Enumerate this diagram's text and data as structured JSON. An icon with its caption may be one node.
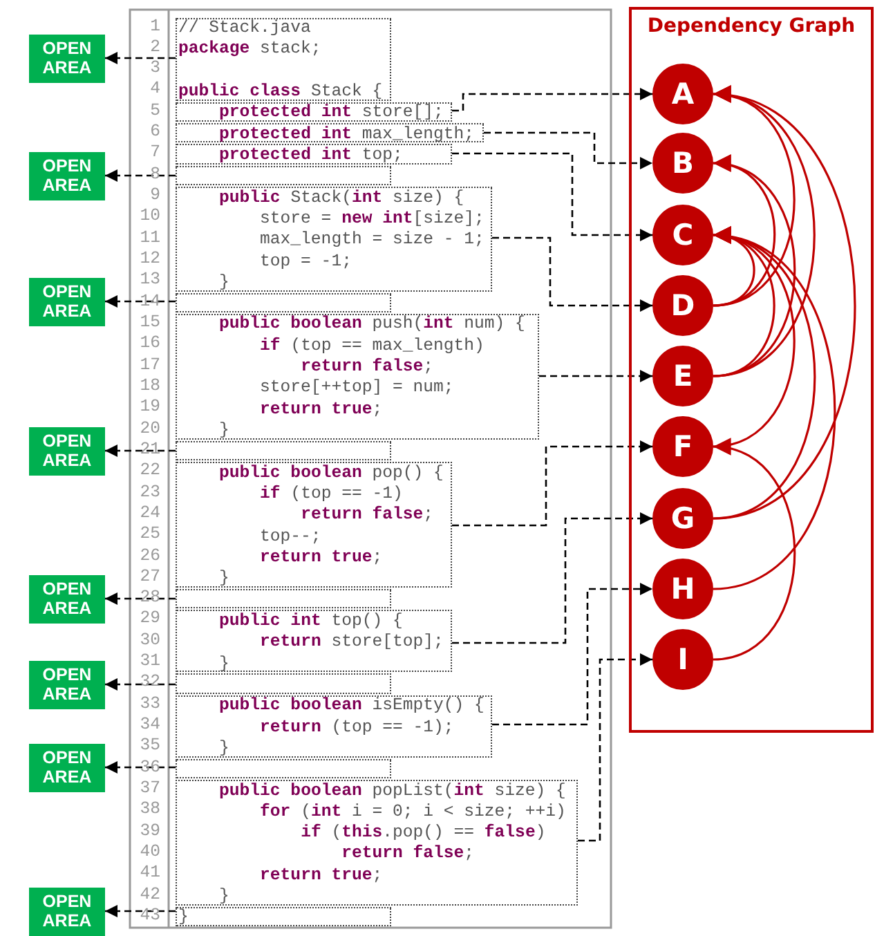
{
  "diagram": {
    "nodes": [
      {
        "text": [
          "OPEN AREA"
        ]
      },
      {
        "text": [
          "OPEN AREA"
        ]
      },
      {
        "text": [
          "OPEN AREA"
        ]
      },
      {
        "text": [
          "OPEN AREA"
        ]
      },
      {
        "text": [
          "OPEN AREA"
        ]
      },
      {
        "text": [
          "OPEN AREA"
        ]
      },
      {
        "text": [
          "OPEN AREA"
        ]
      },
      {
        "text": [
          "OPEN AREA"
        ]
      },
      {
        "text": [
          "// Stack.java",
          "**package** stack;",
          "**public class** Stack {"
        ]
      },
      {
        "text": [
          "    **protected int** store[];"
        ]
      },
      {
        "text": [
          "    **protected int** max_length;"
        ]
      },
      {
        "text": [
          "    **protected int** top;"
        ]
      },
      {
        "text": [],
        "shape": "box"
      },
      {
        "text": [
          "    **public** Stack(**int** size) {",
          "        store = **new int**[size];",
          "        max_length = size - 1;",
          "        top = -1;",
          "    }"
        ]
      },
      {
        "text": [],
        "shape": "box"
      },
      {
        "text": [
          "    **public boolean** push(**int** num) {",
          "        **if** (top == max_length)",
          "            **return false**;",
          "        store[++top] = num;",
          "        **return true**;",
          "    }"
        ]
      },
      {
        "text": [],
        "shape": "box"
      },
      {
        "text": [
          "    **public boolean** pop() {",
          "        **if** (top == -1)",
          "            **return false**;",
          "        top--;",
          "        **return true**;",
          "    }"
        ]
      },
      {
        "text": [],
        "shape": "box"
      },
      {
        "text": [
          "    **public int** top() {",
          "        **return** store[top];",
          "    }"
        ]
      },
      {
        "text": [],
        "shape": "box"
      },
      {
        "text": [
          "    **public boolean** isEmpty() {",
          "        **return** (top == -1);",
          "    }"
        ]
      },
      {
        "text": [],
        "shape": "box"
      },
      {
        "text": [
          "    **public boolean** popList(**int** size) {",
          "        **for** (**int** i = 0; i < size; ++i)",
          "            **if** (**this**.pop() == **false**)",
          "                **return false**;",
          "        **return true**;",
          "    }"
        ]
      },
      {
        "text": [
          "}"
        ]
      },
      {
        "text": [
          "Dependency Graph"
        ]
      },
      {
        "text": [
          "A"
        ],
        "in": 25
      },
      {
        "text": [
          "B"
        ],
        "in": 25
      },
      {
        "text": [
          "C"
        ],
        "in": 25
      },
      {
        "text": [
          "D"
        ],
        "in": 25
      },
      {
        "text": [
          "E"
        ],
        "in": 25
      },
      {
        "text": [
          "F"
        ],
        "in": 25
      },
      {
        "text": [
          "G"
        ],
        "in": 25
      },
      {
        "text": [
          "H"
        ],
        "in": 25
      },
      {
        "text": [
          "I"
        ],
        "in": 25
      }
    ],
    "edges": [
      {
        "from": 8,
        "to": 0,
        "arrow": "to",
        "style": "dashed"
      },
      {
        "from": 12,
        "to": 1,
        "arrow": "to",
        "style": "dashed"
      },
      {
        "from": 14,
        "to": 2,
        "arrow": "to",
        "style": "dashed"
      },
      {
        "from": 16,
        "to": 3,
        "arrow": "to",
        "style": "dashed"
      },
      {
        "from": 18,
        "to": 4,
        "arrow": "to",
        "style": "dashed"
      },
      {
        "from": 20,
        "to": 5,
        "arrow": "to",
        "style": "dashed"
      },
      {
        "from": 22,
        "to": 6,
        "arrow": "to",
        "style": "dashed"
      },
      {
        "from": 24,
        "to": 7,
        "arrow": "to",
        "style": "dashed"
      },
      {
        "from": 9,
        "to": 26,
        "arrow": "to",
        "style": "dashed"
      },
      {
        "from": 10,
        "to": 27,
        "arrow": "to",
        "style": "dashed"
      },
      {
        "from": 11,
        "to": 28,
        "arrow": "to",
        "style": "dashed"
      },
      {
        "from": 13,
        "to": 29,
        "arrow": "to",
        "style": "dashed"
      },
      {
        "from": 15,
        "to": 30,
        "arrow": "to",
        "style": "dashed"
      },
      {
        "from": 17,
        "to": 31,
        "arrow": "to",
        "style": "dashed"
      },
      {
        "from": 19,
        "to": 32,
        "arrow": "to",
        "style": "dashed"
      },
      {
        "from": 21,
        "to": 33,
        "arrow": "to",
        "style": "dashed"
      },
      {
        "from": 23,
        "to": 34,
        "arrow": "to",
        "style": "dashed"
      },
      {
        "from": 29,
        "to": 26,
        "arrow": "to",
        "color": "#c00000"
      },
      {
        "from": 29,
        "to": 27,
        "arrow": "to",
        "color": "#c00000"
      },
      {
        "from": 29,
        "to": 28,
        "arrow": "to",
        "color": "#c00000"
      },
      {
        "from": 30,
        "to": 26,
        "arrow": "to",
        "color": "#c00000"
      },
      {
        "from": 30,
        "to": 27,
        "arrow": "to",
        "color": "#c00000"
      },
      {
        "from": 30,
        "to": 28,
        "arrow": "to",
        "color": "#c00000"
      },
      {
        "from": 31,
        "to": 28,
        "arrow": "to",
        "color": "#c00000"
      },
      {
        "from": 32,
        "to": 26,
        "arrow": "to",
        "color": "#c00000"
      },
      {
        "from": 32,
        "to": 28,
        "arrow": "to",
        "color": "#c00000"
      },
      {
        "from": 33,
        "to": 28,
        "arrow": "to",
        "color": "#c00000"
      },
      {
        "from": 34,
        "to": 31,
        "arrow": "to",
        "color": "#c00000"
      }
    ],
    "labels": [
      "1",
      "2",
      "3",
      "4",
      "5",
      "6",
      "7",
      "8",
      "9",
      "10",
      "11",
      "12",
      "13",
      "14",
      "15",
      "16",
      "17",
      "18",
      "19",
      "20",
      "21",
      "22",
      "23",
      "24",
      "25",
      "26",
      "27",
      "28",
      "29",
      "30",
      "31",
      "32",
      "33",
      "34",
      "35",
      "36",
      "37",
      "38",
      "39",
      "40",
      "41",
      "42",
      "43"
    ]
  }
}
